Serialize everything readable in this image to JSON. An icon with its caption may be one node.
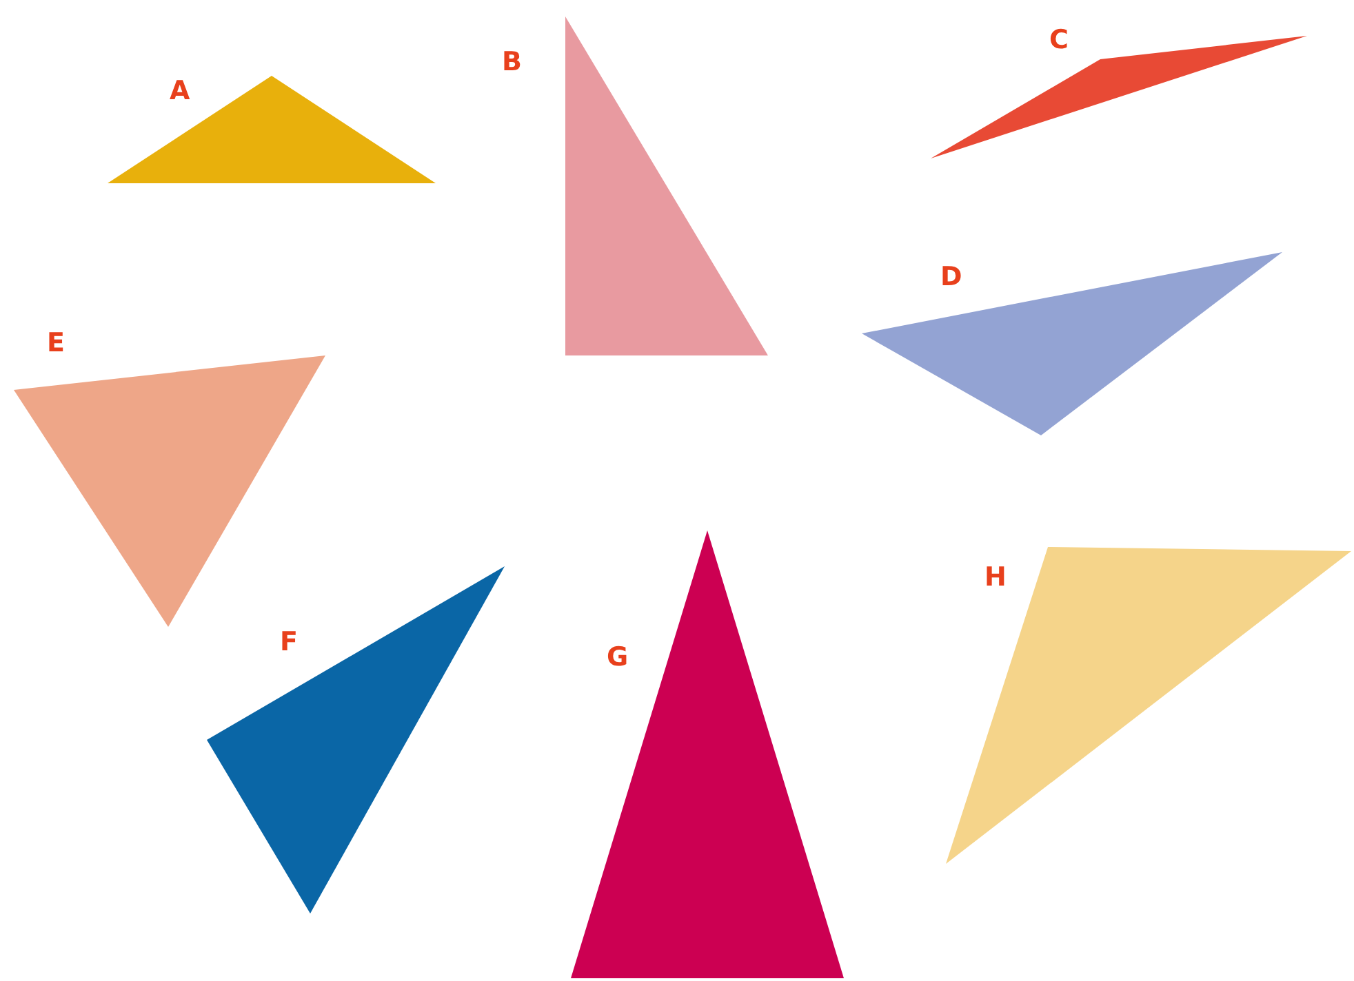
{
  "diagram": {
    "nodes": [
      {
        "text": [],
        "shape": "triangle",
        "beside": [
          "A"
        ]
      },
      {
        "text": [],
        "shape": "triangle",
        "beside": [
          "B"
        ]
      },
      {
        "text": [],
        "shape": "triangle",
        "beside": [
          "C"
        ]
      },
      {
        "text": [],
        "shape": "triangle",
        "beside": [
          "D"
        ]
      },
      {
        "text": [],
        "shape": "triangle",
        "beside": [
          "E"
        ]
      },
      {
        "text": [],
        "shape": "triangle",
        "beside": [
          "F"
        ]
      },
      {
        "text": [],
        "shape": "triangle",
        "beside": [
          "G"
        ]
      },
      {
        "text": [],
        "shape": "triangle",
        "beside": [
          "H"
        ]
      }
    ]
  }
}
